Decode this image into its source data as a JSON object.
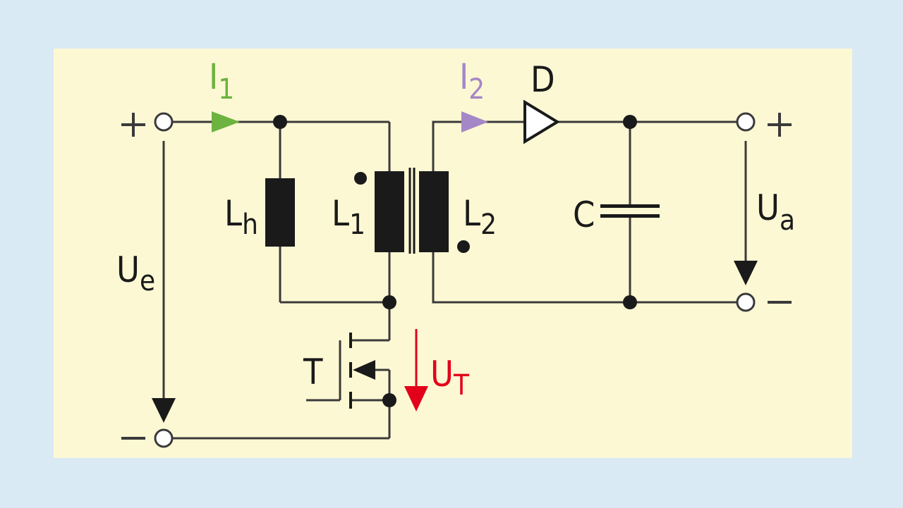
{
  "colors": {
    "page_background": "#d9eaf4",
    "panel_background": "#fdf8d4",
    "wire": "#3a3a3a",
    "component": "#1a1a1a",
    "current_i1": "#6db33f",
    "current_i2": "#a487c6",
    "voltage_ut": "#e3001b"
  },
  "labels": {
    "i1": {
      "main": "I",
      "sub": "1"
    },
    "i2": {
      "main": "I",
      "sub": "2"
    },
    "diode": "D",
    "lh": {
      "main": "L",
      "sub": "h"
    },
    "l1": {
      "main": "L",
      "sub": "1"
    },
    "l2": {
      "main": "L",
      "sub": "2"
    },
    "capacitor": "C",
    "ue": {
      "main": "U",
      "sub": "e"
    },
    "ua": {
      "main": "U",
      "sub": "a"
    },
    "transistor": "T",
    "ut": {
      "main": "U",
      "sub": "T"
    },
    "input_plus": "+",
    "input_minus": "−",
    "output_plus": "+",
    "output_minus": "−"
  }
}
